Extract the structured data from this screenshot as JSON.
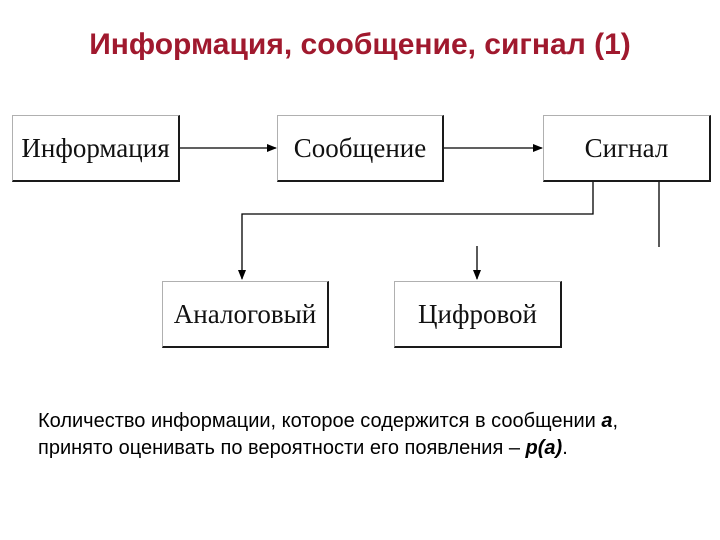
{
  "slide": {
    "title": "Информация, сообщение, сигнал (1)"
  },
  "diagram": {
    "boxes": {
      "information": "Информация",
      "message": "Сообщение",
      "signal": "Сигнал",
      "analog": "Аналоговый",
      "digital": "Цифровой"
    }
  },
  "caption": {
    "part1": "Количество информации, которое содержится в сообщении ",
    "var_a": "a",
    "part2": ", принято оценивать по вероятности его появления – ",
    "prob": "p(a)",
    "part3": "."
  },
  "colors": {
    "title": "#a0192e",
    "line": "#000000"
  }
}
